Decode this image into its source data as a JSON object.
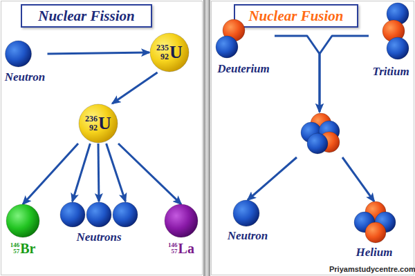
{
  "diagram": {
    "nodes": [
      {
        "text": [
          "Nuclear Fission"
        ]
      },
      {
        "text": [
          "Neutron"
        ]
      },
      {
        "text": [
          "235",
          "92",
          "U"
        ]
      },
      {
        "text": [
          "236",
          "92",
          "U"
        ]
      },
      {
        "text": [
          "146",
          "57",
          "Br"
        ]
      },
      {
        "text": [
          "Neutrons"
        ]
      },
      {
        "text": [
          "146",
          "57",
          "La"
        ]
      },
      {
        "text": [
          "Nuclear Fusion"
        ]
      },
      {
        "text": [
          "Deuterium"
        ]
      },
      {
        "text": [
          "Tritium"
        ]
      },
      {
        "text": []
      },
      {
        "text": [
          "Neutron"
        ]
      },
      {
        "text": [
          "Helium"
        ]
      }
    ],
    "edges": [
      {
        "from": 1,
        "to": 2,
        "arrow": "to"
      },
      {
        "from": 2,
        "to": 3,
        "arrow": "to"
      },
      {
        "from": 3,
        "to": 4,
        "arrow": "to"
      },
      {
        "from": 3,
        "to": 5,
        "arrow": "to"
      },
      {
        "from": 3,
        "to": 5,
        "arrow": "to"
      },
      {
        "from": 3,
        "to": 5,
        "arrow": "to"
      },
      {
        "from": 3,
        "to": 6,
        "arrow": "to"
      },
      {
        "from": 8,
        "to": 10,
        "arrow": "to"
      },
      {
        "from": 9,
        "to": 10,
        "arrow": "to"
      },
      {
        "from": 10,
        "to": 11,
        "arrow": "to"
      },
      {
        "from": 10,
        "to": 12,
        "arrow": "to"
      }
    ],
    "labels": [
      "Priyamstudycentre.com"
    ]
  }
}
